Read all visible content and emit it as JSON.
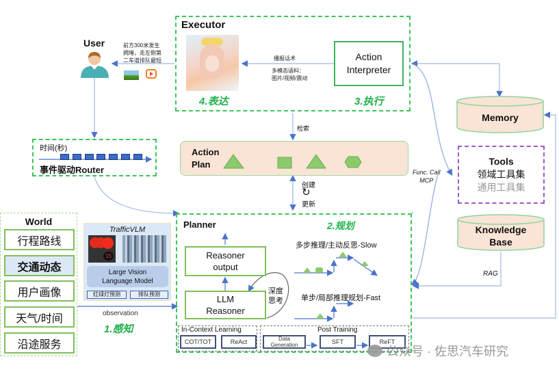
{
  "user": {
    "label": "User",
    "message": [
      "前方300米发生",
      "拥堵，走左侧第",
      "二车道排队最短"
    ],
    "media_icons": [
      "image-icon",
      "video-icon"
    ]
  },
  "executor": {
    "title": "Executor",
    "action_interpreter": [
      "Action",
      "Interpreter"
    ],
    "broadcast_label": "播报话术",
    "multimodal_label": [
      "多模态语料：",
      "图片/视频/震动"
    ],
    "step_express": "4.表达",
    "step_execute": "3.执行"
  },
  "router": {
    "time_label": "时间(秒)",
    "title": "事件驱动Router",
    "event_count": 7
  },
  "action_plan": {
    "title": [
      "Action",
      "Plan"
    ],
    "shapes": [
      "triangle",
      "square",
      "triangle",
      "hexagon"
    ],
    "retrieve_label": "检索",
    "create_label": "创建",
    "update_label": "更新"
  },
  "memory": {
    "label": "Memory"
  },
  "tools": {
    "title": "Tools",
    "domain": "领域工具集",
    "general": "通用工具集"
  },
  "func_call": [
    "Func. Call",
    "MCP"
  ],
  "knowledge_base": {
    "label": [
      "Knowledge",
      "Base"
    ],
    "rag_label": "RAG"
  },
  "world": {
    "title": "World",
    "items": [
      {
        "label": "行程路线",
        "highlighted": false
      },
      {
        "label": "交通动态",
        "highlighted": true
      },
      {
        "label": "用户画像",
        "highlighted": false
      },
      {
        "label": "天气/时间",
        "highlighted": false
      },
      {
        "label": "沿途服务",
        "highlighted": false
      }
    ]
  },
  "traffic_vlm": {
    "title": "TrafficVLM",
    "light_number": "15",
    "model": [
      "Large Vision",
      "Language Model"
    ],
    "buttons": [
      "红绿灯预测",
      "排队预测"
    ],
    "observation_label": "observation",
    "step_perceive": "1.感知"
  },
  "planner": {
    "title": "Planner",
    "step_plan": "2.规划",
    "reasoner_output": [
      "Reasoner",
      "output"
    ],
    "llm_reasoner": [
      "LLM",
      "Reasoner"
    ],
    "deep_think": [
      "深度",
      "思考"
    ],
    "slow_label": "多步推理/主动反思-Slow",
    "fast_label": "单步/局部推理规划-Fast",
    "icl": {
      "title": "In-Context Learning",
      "items": [
        "COT/TOT",
        "ReAct"
      ]
    },
    "post_training": {
      "title": "Post Training",
      "items": [
        [
          "Data",
          "Generation"
        ],
        [
          "SFT"
        ],
        [
          "ReFT"
        ]
      ]
    }
  },
  "watermark": "公众号 · 佐思汽车研究",
  "colors": {
    "green_dash": "#3cc45a",
    "green_box": "#7fbf5a",
    "peach": "#f9e4d6",
    "arrow_blue": "#4a74c9",
    "purple": "#9b59c9",
    "navy": "#3d4f78"
  }
}
